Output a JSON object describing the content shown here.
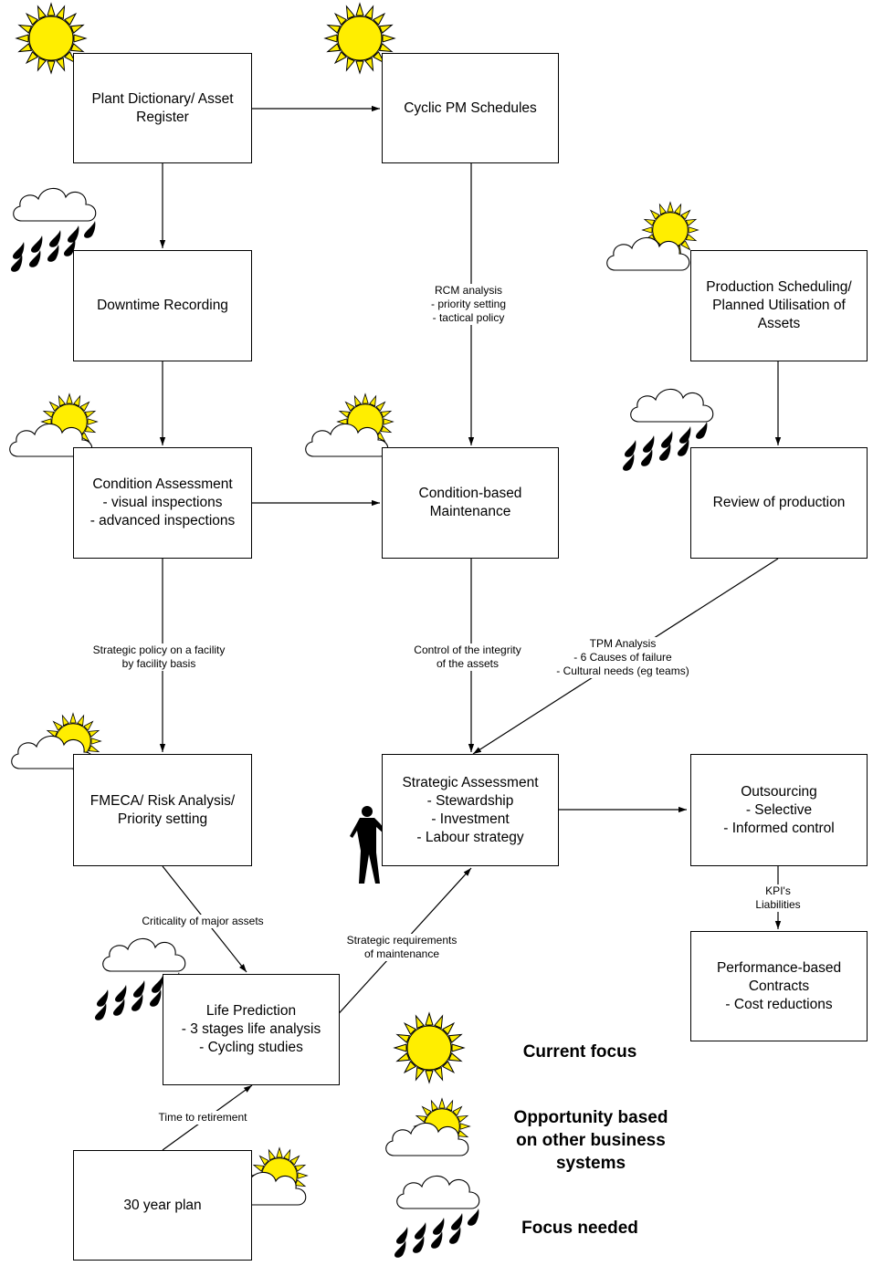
{
  "boxes": {
    "plant_dictionary": [
      "Plant Dictionary/ Asset",
      "Register"
    ],
    "cyclic_pm": [
      "Cyclic PM Schedules"
    ],
    "downtime": [
      "Downtime Recording"
    ],
    "production_scheduling": [
      "Production Scheduling/",
      "Planned Utilisation of",
      "Assets"
    ],
    "condition_assessment": [
      "Condition Assessment",
      "- visual inspections",
      "- advanced inspections"
    ],
    "condition_based": [
      "Condition-based",
      "Maintenance"
    ],
    "review_production": [
      "Review of production"
    ],
    "fmeca": [
      "FMECA/ Risk Analysis/",
      "Priority setting"
    ],
    "strategic_assessment": [
      "Strategic Assessment",
      "- Stewardship",
      "- Investment",
      "- Labour strategy"
    ],
    "outsourcing": [
      "Outsourcing",
      "- Selective",
      "- Informed control"
    ],
    "performance_contracts": [
      "Performance-based",
      "Contracts",
      "- Cost reductions"
    ],
    "life_prediction": [
      "Life Prediction",
      "- 3 stages life analysis",
      "- Cycling studies"
    ],
    "thirty_year_plan": [
      "30 year plan"
    ]
  },
  "edge_labels": {
    "rcm": [
      "RCM analysis",
      "- priority setting",
      "- tactical policy"
    ],
    "strategic_policy": [
      "Strategic policy on a facility",
      "by facility basis"
    ],
    "control_integrity": [
      "Control of the integrity",
      "of the assets"
    ],
    "tpm": [
      "TPM Analysis",
      "- 6 Causes of failure",
      "- Cultural needs (eg teams)"
    ],
    "kpi": [
      "KPI's",
      "Liabilities"
    ],
    "criticality": [
      "Criticality of major assets"
    ],
    "strategic_requirements": [
      "Strategic requirements",
      "of maintenance"
    ],
    "time_to_retirement": [
      "Time to retirement"
    ]
  },
  "legend": {
    "current": [
      "Current focus"
    ],
    "opportunity": [
      "Opportunity based",
      "on other business",
      "systems"
    ],
    "needed": [
      "Focus needed"
    ]
  },
  "icons": {
    "sun": "sun-icon",
    "partly_cloudy": "sun-behind-cloud-icon",
    "rain": "rain-cloud-icon"
  },
  "colors": {
    "sun_fill": "#ffee00",
    "line": "#000000",
    "rain": "#000000"
  }
}
